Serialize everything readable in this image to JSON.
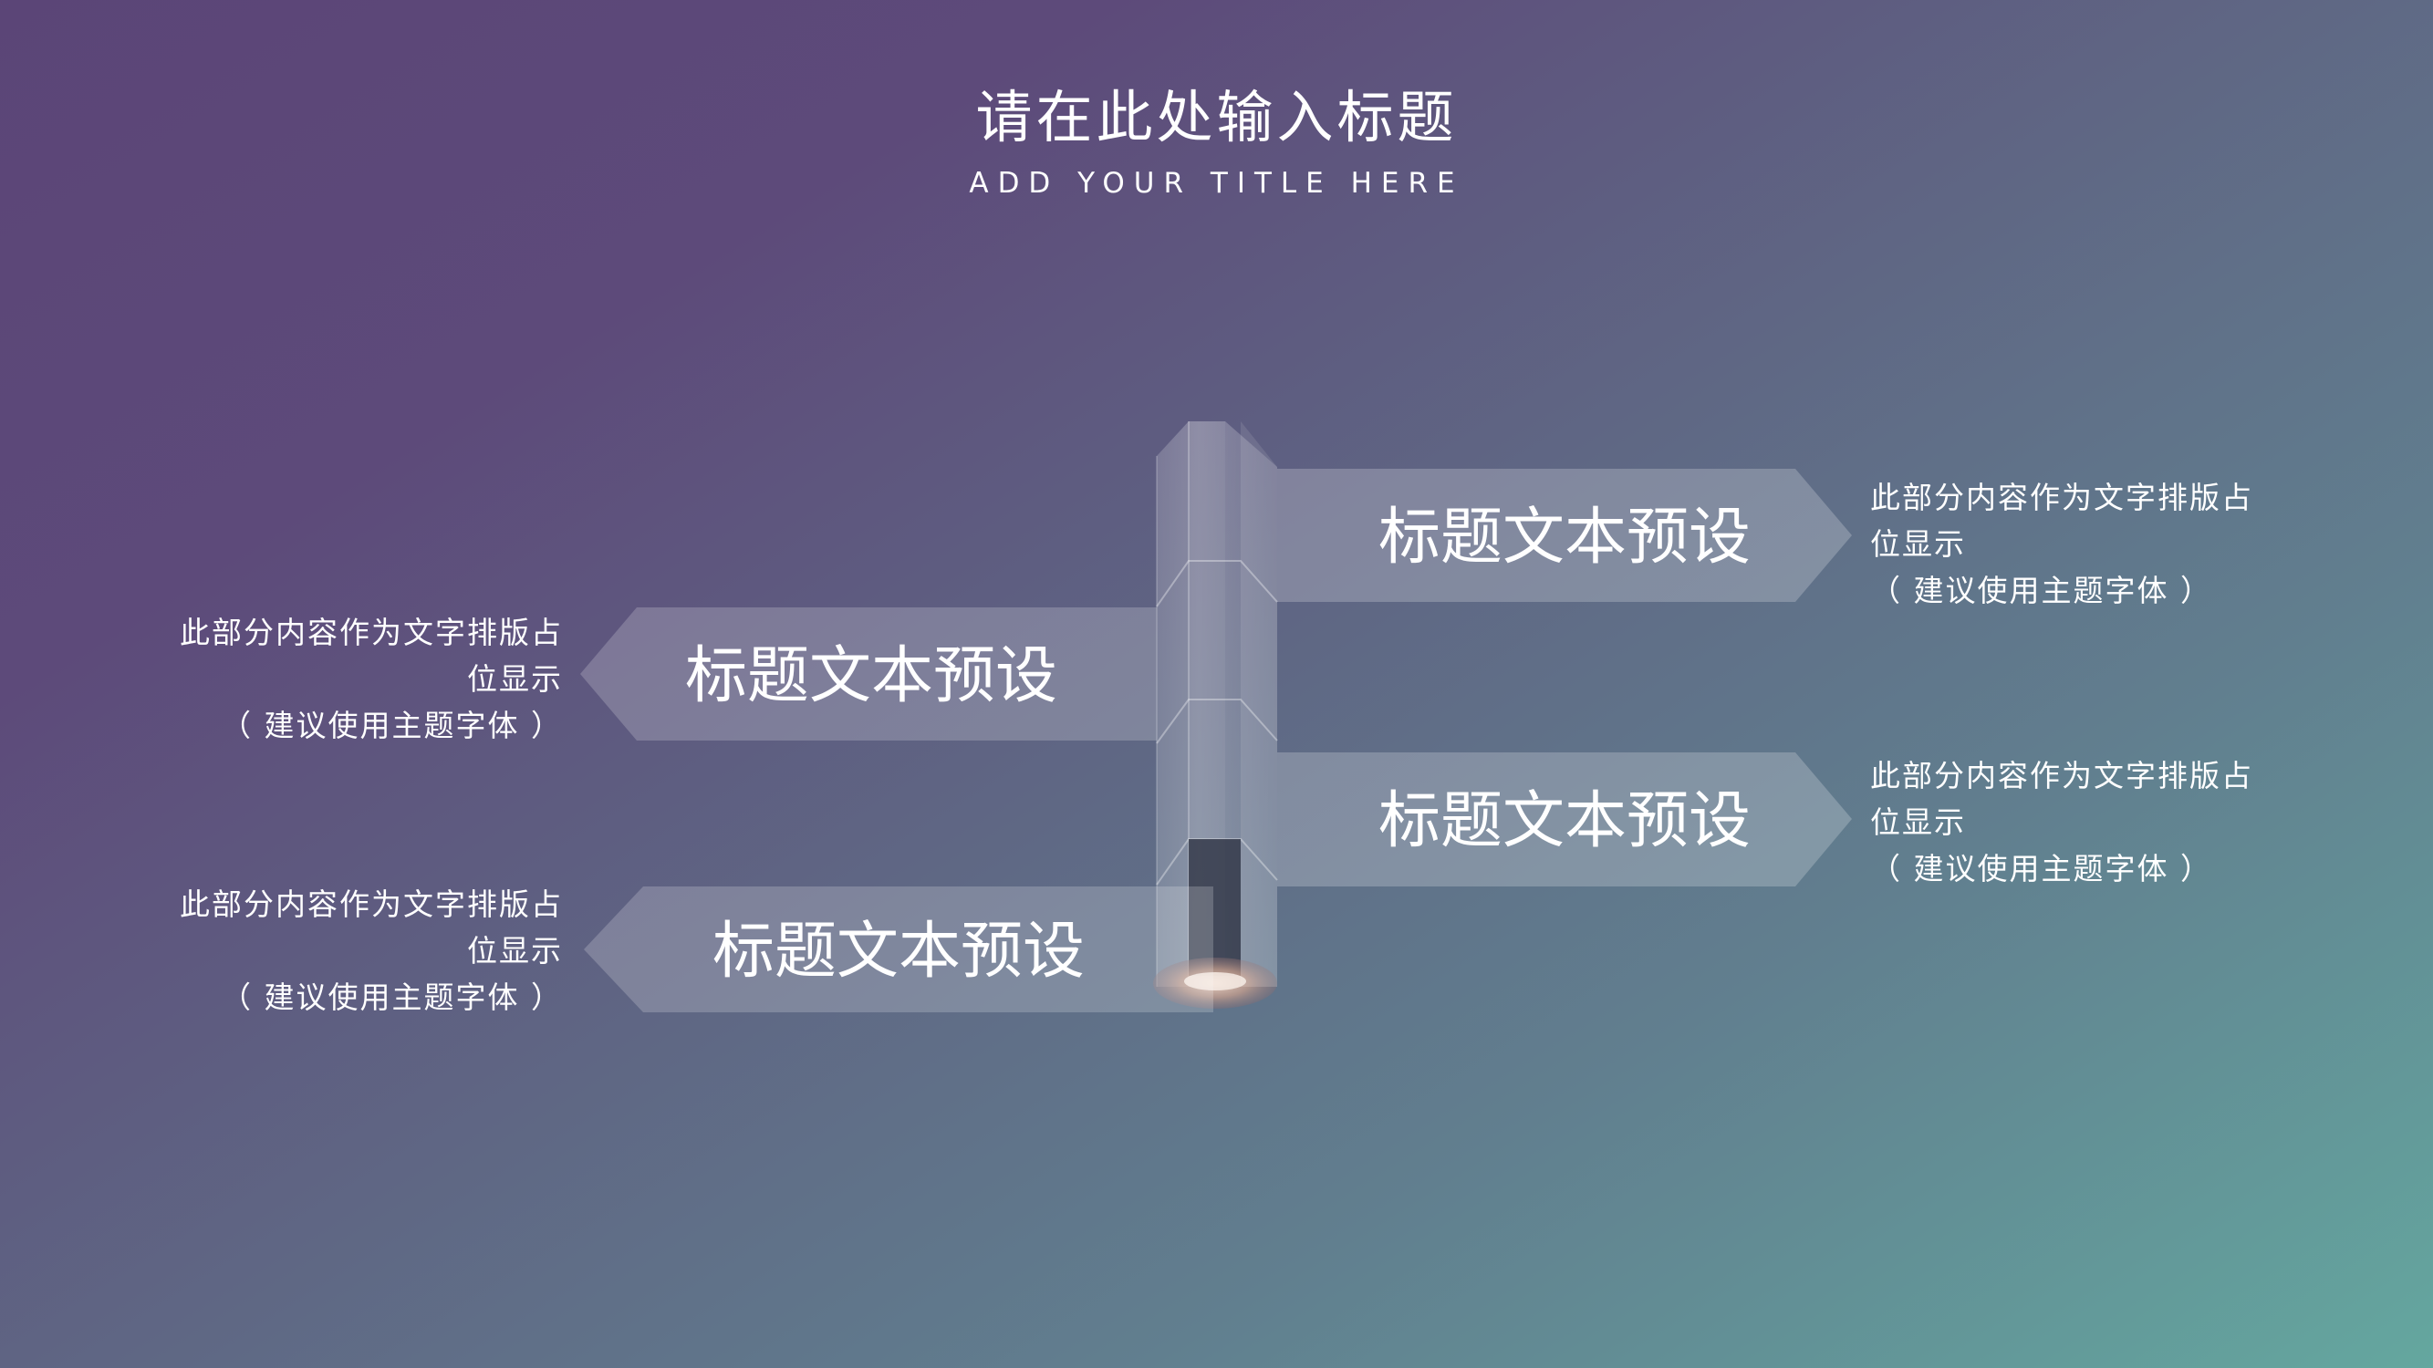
{
  "slide": {
    "title": "请在此处输入标题",
    "subtitle": "ADD YOUR TITLE HERE"
  },
  "signs": [
    {
      "label": "标题文本预设",
      "direction": "right",
      "desc_line1": "此部分内容作为文字排版占",
      "desc_line2": "位显示",
      "desc_line3": "（ 建议使用主题字体 ）"
    },
    {
      "label": "标题文本预设",
      "direction": "left",
      "desc_line1": "此部分内容作为文字排版占",
      "desc_line2": "位显示",
      "desc_line3": "（ 建议使用主题字体 ）"
    },
    {
      "label": "标题文本预设",
      "direction": "right",
      "desc_line1": "此部分内容作为文字排版占",
      "desc_line2": "位显示",
      "desc_line3": "（ 建议使用主题字体 ）"
    },
    {
      "label": "标题文本预设",
      "direction": "left",
      "desc_line1": "此部分内容作为文字排版占",
      "desc_line2": "位显示",
      "desc_line3": "（ 建议使用主题字体 ）"
    }
  ],
  "colors": {
    "background_start": "#5b4577",
    "background_end": "#64a79f",
    "sign_fill": "#ffffff",
    "text": "#ffffff"
  }
}
